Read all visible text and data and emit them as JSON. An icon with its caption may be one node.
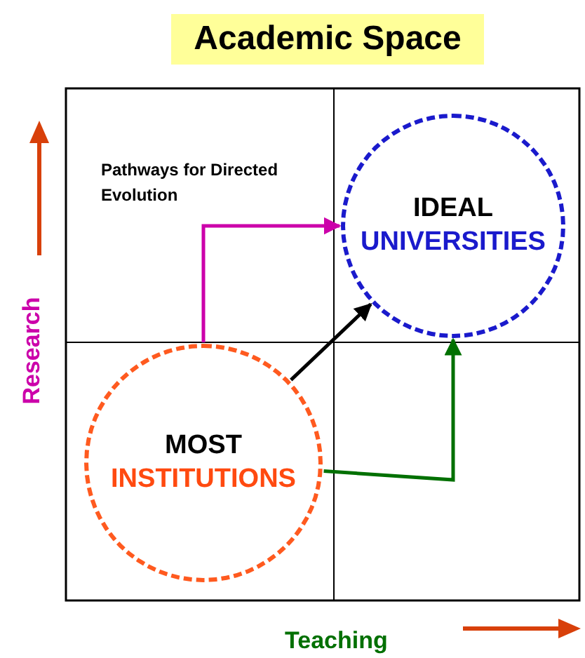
{
  "diagram": {
    "title": "Academic Space",
    "nodes": [
      {
        "text": [
          "IDEAL",
          "UNIVERSITIES"
        ]
      },
      {
        "text": [
          "MOST",
          "INSTITUTIONS"
        ]
      }
    ],
    "edges": [
      {
        "from": 1,
        "to": 0,
        "arrow": "to",
        "label": "Pathways for Directed Evolution",
        "color": "#cc00aa"
      },
      {
        "from": 1,
        "to": 0,
        "arrow": "to",
        "color": "#000000"
      },
      {
        "from": 1,
        "to": 0,
        "arrow": "to",
        "color": "#007000"
      }
    ],
    "labels": [
      "Research",
      "Teaching"
    ]
  }
}
